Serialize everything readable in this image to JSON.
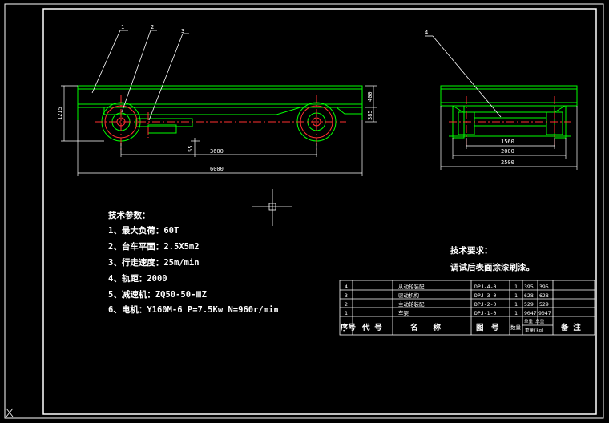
{
  "leaders": {
    "side": [
      "1",
      "2",
      "3"
    ],
    "end": "4"
  },
  "dimensions": {
    "total_height": "1215",
    "deck_height": "400",
    "axle_height": "385",
    "wheel_drop": "55",
    "wheelbase": "3600",
    "overall_length": "6000",
    "track": "1560",
    "inner_width": "2000",
    "overall_width": "2500"
  },
  "params": {
    "title": "技术参数：",
    "items": [
      "1、最大负荷：60T",
      "2、台车平面：2.5X5m2",
      "3、行走速度：25m/min",
      "4、轨距：2000",
      "5、减速机：ZQ50-50-ⅢZ",
      "6、电机：Y160M-6 P=7.5Kw N=960r/min"
    ]
  },
  "requirements": {
    "title": "技术要求：",
    "line": "调试后表面涂漆刷漆。"
  },
  "table": {
    "rows": [
      {
        "no": "4",
        "code": "",
        "name": "从动轮装配",
        "drawing": "DPJ-4-0",
        "qty": "1",
        "w1": "395",
        "w2": "395"
      },
      {
        "no": "3",
        "code": "",
        "name": "驱动机构",
        "drawing": "DPJ-3-0",
        "qty": "1",
        "w1": "628",
        "w2": "628"
      },
      {
        "no": "2",
        "code": "",
        "name": "主动轮装配",
        "drawing": "DPJ-2-0",
        "qty": "1",
        "w1": "529",
        "w2": "529"
      },
      {
        "no": "1",
        "code": "",
        "name": "车架",
        "drawing": "DPJ-1-0",
        "qty": "1",
        "w1": "9047",
        "w2": "9047"
      }
    ],
    "header": {
      "no": "序号",
      "code": "代 号",
      "name": "名　　称",
      "drawing": "图　号",
      "qty": "数量",
      "weight": "单重 总重",
      "weight_unit": "重量(kg)",
      "remark": "备 注"
    }
  },
  "colors": {
    "frame": "#00ff00",
    "wheel": "#ff3030",
    "center": "#ff3030",
    "text": "#ffffff",
    "border": "#ffffff"
  }
}
